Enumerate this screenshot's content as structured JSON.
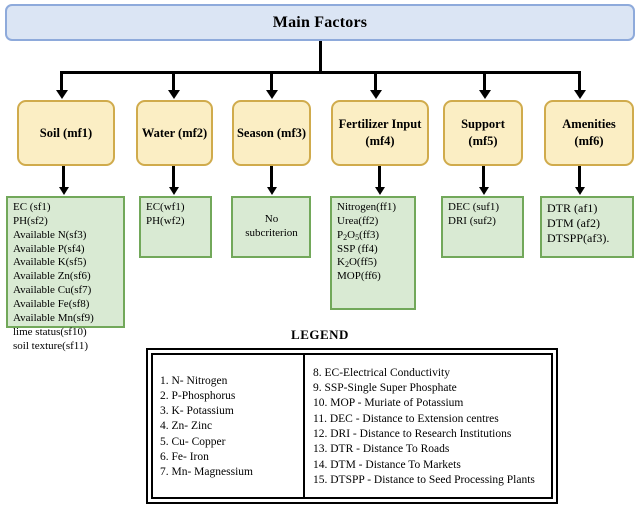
{
  "diagram": {
    "root": {
      "label": "Main Factors"
    },
    "main_factors": [
      {
        "id": "mf1",
        "label": "Soil (mf1)"
      },
      {
        "id": "mf2",
        "label": "Water (mf2)"
      },
      {
        "id": "mf3",
        "label": "Season (mf3)"
      },
      {
        "id": "mf4",
        "label": "Fertilizer Input (mf4)"
      },
      {
        "id": "mf5",
        "label": "Support (mf5)"
      },
      {
        "id": "mf6",
        "label": "Amenities (mf6)"
      }
    ],
    "sub_criteria": {
      "soil": [
        "EC (sf1)",
        "PH(sf2)",
        "Available N(sf3)",
        "Available P(sf4)",
        "Available K(sf5)",
        "Available Zn(sf6)",
        "Available Cu(sf7)",
        "Available Fe(sf8)",
        "Available Mn(sf9)",
        "lime status(sf10)",
        "soil texture(sf11)"
      ],
      "water": [
        "EC(wf1)",
        "PH(wf2)"
      ],
      "season": [
        "No",
        "subcriterion"
      ],
      "fertilizer": [
        "Nitrogen(ff1)",
        "Urea(ff2)",
        "P2O5(ff3)",
        "SSP (ff4)",
        "K2O(ff5)",
        "MOP(ff6)"
      ],
      "support": [
        "DEC (suf1)",
        "DRI (suf2)"
      ],
      "amenities": [
        "DTR (af1)",
        "DTM (af2)",
        "DTSPP(af3)."
      ]
    }
  },
  "legend": {
    "title": "LEGEND",
    "left_column": [
      "1. N- Nitrogen",
      "2. P-Phosphorus",
      "3. K- Potassium",
      "4. Zn- Zinc",
      "5. Cu- Copper",
      "6. Fe- Iron",
      "7. Mn- Magnessium"
    ],
    "right_column": [
      "8. EC-Electrical Conductivity",
      "9. SSP-Single Super Phosphate",
      "10. MOP - Muriate of Potassium",
      "11. DEC - Distance to Extension centres",
      "12. DRI - Distance to Research Institutions",
      "13. DTR - Distance To Roads",
      "14. DTM - Distance To Markets",
      "15. DTSPP - Distance to Seed Processing Plants"
    ]
  },
  "colors": {
    "root_fill": "#dbe5f4",
    "root_border": "#8eaadb",
    "factor_fill": "#fbeec4",
    "factor_border": "#d0ab4c",
    "sub_fill": "#d9ead3",
    "sub_border": "#72a85a",
    "connector": "#000000",
    "legend_border": "#000000"
  }
}
